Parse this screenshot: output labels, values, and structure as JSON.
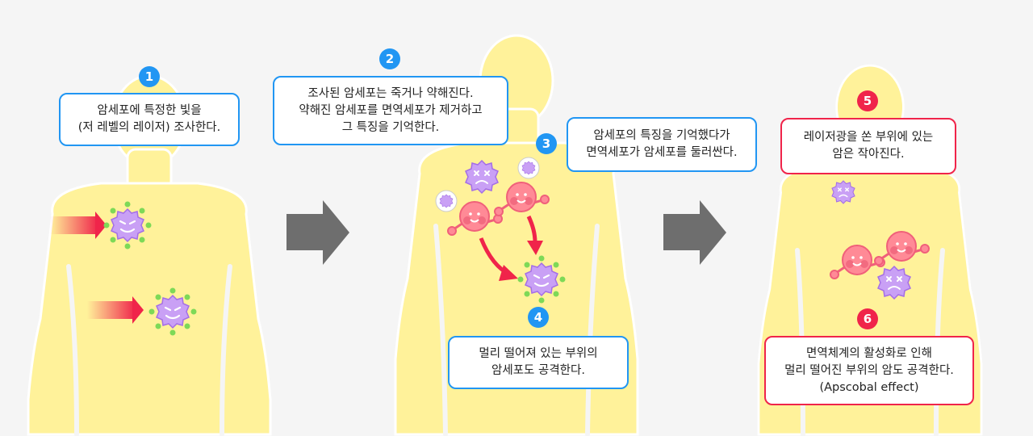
{
  "steps": [
    {
      "number": "1",
      "lines": [
        "암세포에 특정한 빛을",
        "(저 레벨의 레이저) 조사한다."
      ]
    },
    {
      "number": "2",
      "lines": [
        "조사된 암세포는 죽거나 약해진다.",
        "약해진 암세포를 면역세포가 제거하고",
        "그 특징을 기억한다."
      ]
    },
    {
      "number": "3",
      "lines": [
        "암세포의 특징을 기억했다가",
        "면역세포가 암세포를 둘러싼다."
      ]
    },
    {
      "number": "4",
      "lines": [
        "멀리 떨어져 있는 부위의",
        "암세포도 공격한다."
      ]
    },
    {
      "number": "5",
      "lines": [
        "레이저광을 쏜 부위에 있는",
        "암은 작아진다."
      ]
    },
    {
      "number": "6",
      "lines": [
        "면역체계의 활성화로 인해",
        "멀리 떨어진 부위의 암도 공격한다.",
        "(Apscobal effect)"
      ]
    }
  ],
  "colors": {
    "blue": "#2196f3",
    "red": "#f0244a",
    "body": "#fff29a",
    "virus": "#c9a0f5",
    "immune": "#ff8a96",
    "dot": "#7ed957",
    "arrow": "#6e6e6e"
  }
}
